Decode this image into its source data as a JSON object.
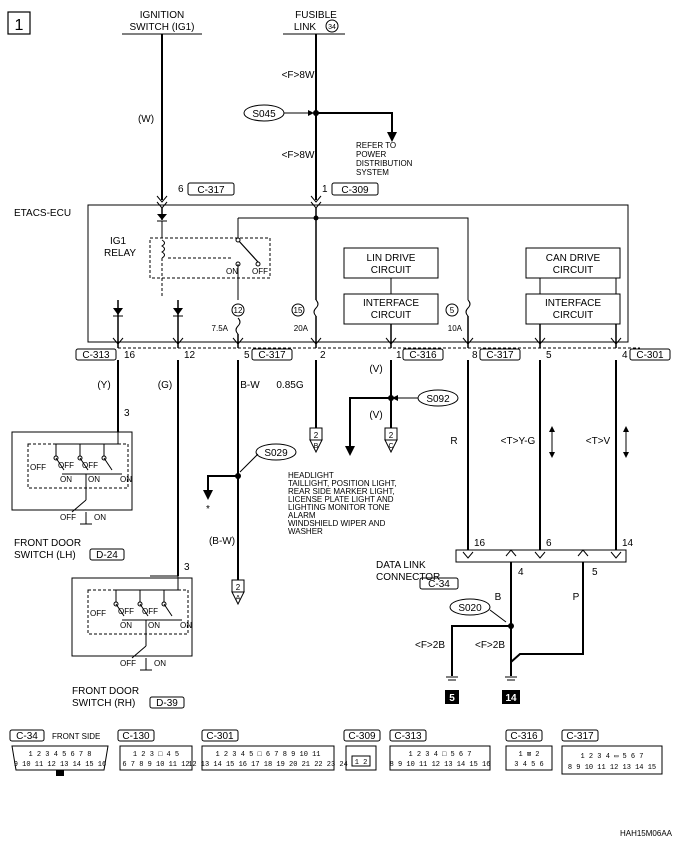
{
  "page_number": "1",
  "sources": {
    "ignition": [
      "IGNITION",
      "SWITCH (IG1)"
    ],
    "fusible": [
      "FUSIBLE",
      "LINK"
    ],
    "fusible_num": "34"
  },
  "wires_top": {
    "w_color": "(W)",
    "f8w_1": "<F>8W",
    "f8w_2": "<F>8W",
    "s045": "S045",
    "refer": [
      "REFER TO",
      "POWER",
      "DISTRIBUTION",
      "SYSTEM"
    ]
  },
  "connectors_top": {
    "pin6": "6",
    "c317": "C-317",
    "pin1": "1",
    "c309": "C-309"
  },
  "ecu": {
    "name": "ETACS-ECU",
    "relay": [
      "IG1",
      "RELAY"
    ],
    "on": "ON",
    "off": "OFF",
    "lin": [
      "LIN DRIVE",
      "CIRCUIT"
    ],
    "interface": [
      "INTERFACE",
      "CIRCUIT"
    ],
    "can": [
      "CAN DRIVE",
      "CIRCUIT"
    ],
    "fuses": [
      {
        "num": "12",
        "amp": "7.5A"
      },
      {
        "num": "15",
        "amp": "20A"
      },
      {
        "num": "5",
        "amp": "10A"
      }
    ]
  },
  "bottom_pins": {
    "c313": "C-313",
    "p16": "16",
    "p12": "12",
    "p5": "5",
    "c317": "C-317",
    "p2": "2",
    "p1": "1",
    "c316": "C-316",
    "p8": "8",
    "c317b": "C-317",
    "p5b": "5",
    "p4": "4",
    "c301": "C-301"
  },
  "wires_mid": {
    "y": "(Y)",
    "g": "(G)",
    "bw": "B-W",
    "g085": "0.85G",
    "v1": "(V)",
    "v2": "(V)",
    "s092": "S092",
    "s029": "S029",
    "bw2": "(B-W)",
    "r": "R",
    "tyg": "<T>Y-G",
    "tv": "<T>V",
    "asterisk": "*"
  },
  "refs": {
    "b": "B",
    "c": "C",
    "a": "A",
    "two": "2"
  },
  "loads": [
    "HEADLIGHT",
    "TAILLIGHT, POSITION LIGHT,",
    "REAR SIDE MARKER LIGHT,",
    "LICENSE PLATE LIGHT AND",
    "LIGHTING MONITOR TONE",
    "ALARM",
    "WINDSHIELD WIPER AND",
    "WASHER"
  ],
  "door_lh": {
    "pin3": "3",
    "name": [
      "FRONT DOOR",
      "SWITCH (LH)"
    ],
    "conn": "D-24",
    "off": "OFF",
    "on": "ON"
  },
  "door_rh": {
    "pin3": "3",
    "name": [
      "FRONT DOOR",
      "SWITCH (RH)"
    ],
    "conn": "D-39",
    "off": "OFF",
    "on": "ON"
  },
  "dlc": {
    "name": [
      "DATA LINK",
      "CONNECTOR"
    ],
    "conn": "C-34",
    "p16": "16",
    "p6": "6",
    "p14": "14",
    "p4": "4",
    "p5": "5",
    "b": "B",
    "p": "P",
    "s020": "S020",
    "f2b_1": "<F>2B",
    "f2b_2": "<F>2B",
    "g5": "5",
    "g14": "14"
  },
  "connector_views": {
    "c34": {
      "label": "C-34",
      "note": "FRONT SIDE",
      "row1": "1 2 3 4 5 6 7 8",
      "row2": "9 10 11 12 13 14 15 16"
    },
    "c130": {
      "label": "C-130",
      "row1": "1 2 3 □ 4 5",
      "row2": "6 7 8 9 10 11 12"
    },
    "c301": {
      "label": "C-301",
      "row1": "1 2 3 4 5 □ 6 7 8 9 10 11",
      "row2": "12 13 14 15 16 17 18 19 20 21 22 23 24"
    },
    "c309": {
      "label": "C-309",
      "row1": "1 2"
    },
    "c313": {
      "label": "C-313",
      "row1": "1 2 3 4 □ 5 6 7",
      "row2": "8 9 10 11 12 13 14 15 16"
    },
    "c316": {
      "label": "C-316",
      "row1": "1 ⊠ 2",
      "row2": "3 4 5 6"
    },
    "c317": {
      "label": "C-317",
      "row1": "1 2 3 4 ▭ 5 6 7",
      "row2": "8 9 10 11 12 13 14 15"
    }
  },
  "code": "HAH15M06AA"
}
